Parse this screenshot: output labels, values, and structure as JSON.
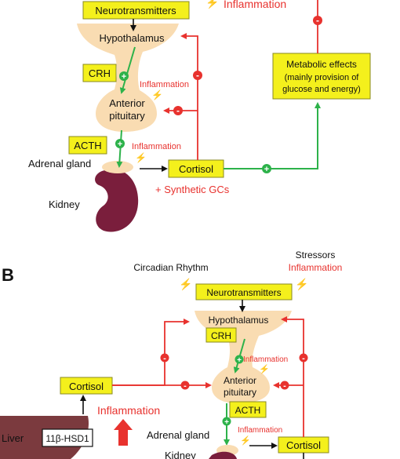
{
  "panel_a": {
    "neurotransmitters": "Neurotransmitters",
    "inflammation_top": "Inflammation",
    "hypothalamus": "Hypothalamus",
    "crh": "CRH",
    "inflammation_crh": "Inflammation",
    "anterior": "Anterior",
    "pituitary": "pituitary",
    "acth": "ACTH",
    "inflammation_acth": "Inflammation",
    "adrenal_gland": "Adrenal gland",
    "cortisol": "Cortisol",
    "synthetic_gcs": "+ Synthetic GCs",
    "kidney": "Kidney",
    "metabolic_title": "Metabolic effects",
    "metabolic_line1": "(mainly provision of",
    "metabolic_line2": "glucose and energy)"
  },
  "panel_b": {
    "label": "B",
    "circadian": "Circadian Rhythm",
    "stressors": "Stressors",
    "inflammation_stress": "Inflammation",
    "neurotransmitters": "Neurotransmitters",
    "hypothalamus": "Hypothalamus",
    "crh": "CRH",
    "inflammation_crh": "Inflammation",
    "anterior": "Anterior",
    "pituitary": "pituitary",
    "acth": "ACTH",
    "inflammation_acth": "Inflammation",
    "adrenal_gland": "Adrenal gland",
    "cortisol_left": "Cortisol",
    "cortisol_right": "Cortisol",
    "inflammation_liver": "Inflammation",
    "liver": "Liver",
    "hsd": "11β-HSD1",
    "kidney": "Kidney"
  },
  "colors": {
    "box_fill": "#f4f01c",
    "red": "#e8322e",
    "green": "#2db24a",
    "gland": "#f9dcb2",
    "kidney": "#7a1e3c",
    "liver": "#7b3a3e"
  }
}
